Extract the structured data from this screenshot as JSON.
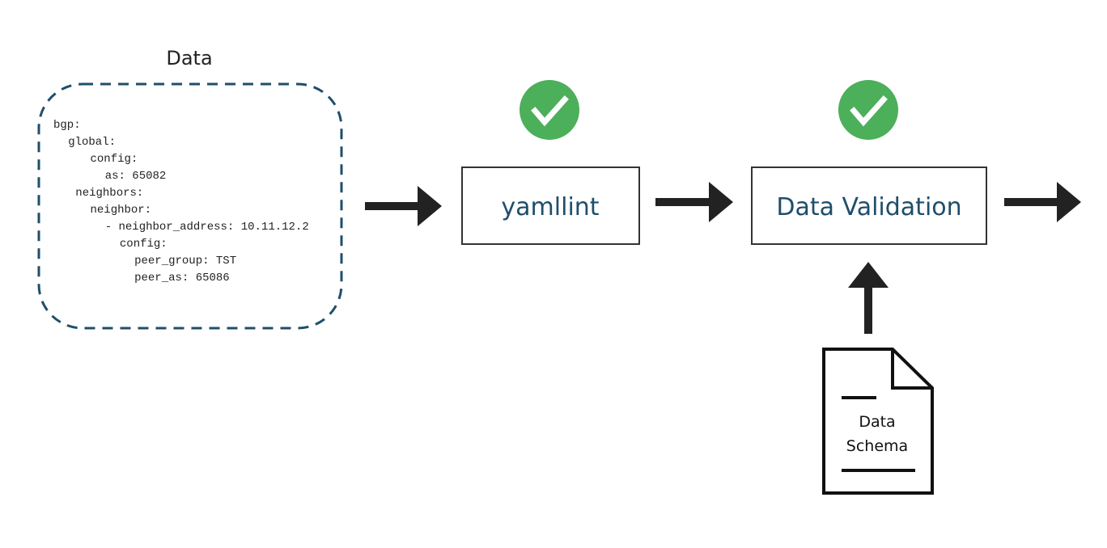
{
  "data_panel": {
    "title": "Data",
    "code_lines": [
      {
        "indent": 0,
        "text": "bgp:"
      },
      {
        "indent": 2,
        "text": "global:"
      },
      {
        "indent": 5,
        "text": "config:"
      },
      {
        "indent": 7,
        "text": "as: 65082"
      },
      {
        "indent": 3,
        "text": "neighbors:"
      },
      {
        "indent": 5,
        "text": "neighbor:"
      },
      {
        "indent": 7,
        "text": "- neighbor_address: 10.11.12.2"
      },
      {
        "indent": 9,
        "text": "config:"
      },
      {
        "indent": 11,
        "text": "peer_group: TST"
      },
      {
        "indent": 11,
        "text": "peer_as: 65086"
      }
    ]
  },
  "steps": {
    "lint": {
      "label": "yamllint",
      "status": "passed",
      "status_icon": "check-icon"
    },
    "validation": {
      "label": "Data Validation",
      "status": "passed",
      "status_icon": "check-icon"
    }
  },
  "schema_doc": {
    "line1": "Data",
    "line2": "Schema",
    "icon": "document-icon"
  },
  "colors": {
    "accent": "#1f4e6b",
    "dashed_border": "#1f4e6b",
    "check_green": "#4caf5a",
    "arrow": "#222222",
    "box_border": "#333333"
  }
}
